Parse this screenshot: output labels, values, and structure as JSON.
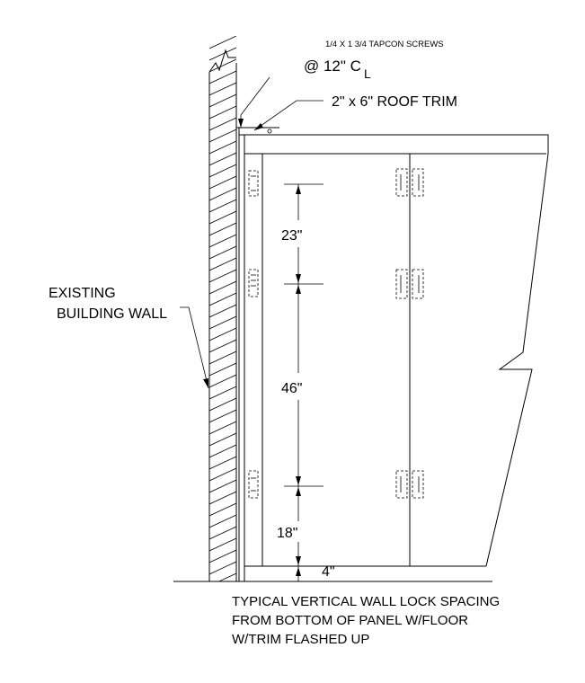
{
  "labels": {
    "screws": "1/4 X 1 3/4 TAPCON SCREWS",
    "spacing": "@ 12\" C",
    "spacing_sub": "L",
    "roof_trim": "2\" x 6\" ROOF TRIM",
    "wall_line1": "EXISTING",
    "wall_line2": "BUILDING WALL",
    "dim_top": "23\"",
    "dim_mid": "46\"",
    "dim_low": "18\"",
    "dim_bottom": "4\"",
    "note_line1": "TYPICAL VERTICAL WALL LOCK SPACING",
    "note_line2": "FROM BOTTOM OF PANEL W/FLOOR",
    "note_line3": "W/TRIM FLASHED UP"
  },
  "colors": {
    "line": "#000000",
    "background": "#ffffff"
  }
}
